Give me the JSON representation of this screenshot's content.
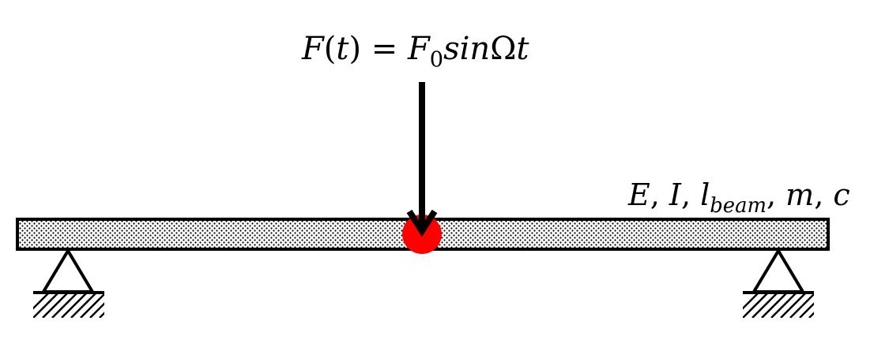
{
  "force_label": {
    "F": "F",
    "open_paren": "(",
    "t": "t",
    "close_paren": ")",
    "equals": " = ",
    "F0_base": "F",
    "F0_sub": "0",
    "sin": "sin",
    "omega": "Ω",
    "t2": "t"
  },
  "beam_label": {
    "E": "E",
    "sep1": ", ",
    "I": "I",
    "sep2": ", ",
    "l": "l",
    "l_sub": "beam",
    "sep3": ", ",
    "m": "m",
    "sep4": ", ",
    "c": "c"
  },
  "colors": {
    "load_point": "#ff0000",
    "stroke": "#000000"
  }
}
